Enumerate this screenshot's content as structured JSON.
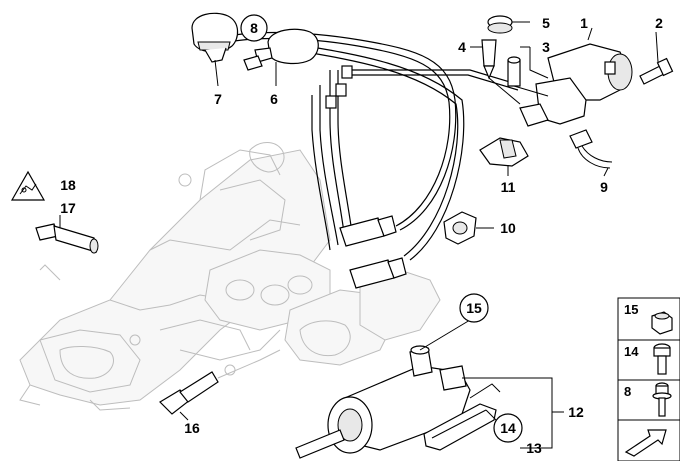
{
  "callouts": {
    "c1": "1",
    "c2": "2",
    "c3": "3",
    "c4": "4",
    "c5": "5",
    "c6": "6",
    "c7": "7",
    "c8": "8",
    "c9": "9",
    "c10": "10",
    "c11": "11",
    "c12": "12",
    "c13": "13",
    "c14": "14",
    "c15": "15",
    "c16": "16",
    "c17": "17",
    "c18": "18"
  },
  "side_legend": {
    "item15": "15",
    "item14": "14",
    "item8": "8"
  },
  "icons": {
    "warning": "warning-triangle-icon",
    "nav": "arrow-icon"
  }
}
